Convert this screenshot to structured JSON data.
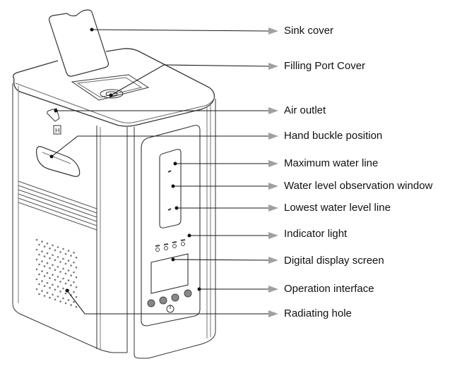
{
  "diagram": {
    "subject": "Water appliance (humidifier / hydrogen generator) parts diagram",
    "line_color": "#1a1a1a",
    "arrow_color": "#a0a0a0",
    "callouts": [
      {
        "id": "sink-cover",
        "label": "Sink cover"
      },
      {
        "id": "filling-port-cover",
        "label": "Filling Port Cover"
      },
      {
        "id": "air-outlet",
        "label": " Air outlet"
      },
      {
        "id": "hand-buckle-position",
        "label": "Hand buckle position"
      },
      {
        "id": "maximum-water-line",
        "label": "Maximum  water line"
      },
      {
        "id": "water-level-observation-window",
        "label": "Water level observation window"
      },
      {
        "id": "lowest-water-level-line",
        "label": "Lowest water level line"
      },
      {
        "id": "indicator-light",
        "label": "Indicator light"
      },
      {
        "id": "digital-display-screen",
        "label": "Digital display screen"
      },
      {
        "id": "operation-interface",
        "label": "Operation interface"
      },
      {
        "id": "radiating-hole",
        "label": "Radiating hole"
      }
    ],
    "device_marks": {
      "hydrogen_tag": "H",
      "power_symbol": "⏻"
    }
  }
}
